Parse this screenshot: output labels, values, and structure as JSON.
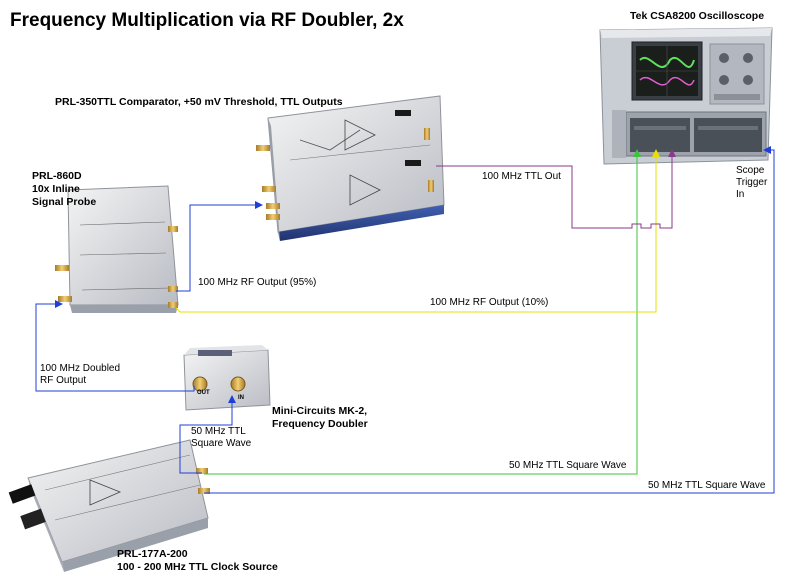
{
  "title": "Frequency Multiplication via RF Doubler, 2x",
  "devices": {
    "scope": {
      "name": "Tek CSA8200 Oscilloscope",
      "trigger_label": [
        "Scope",
        "Trigger",
        "In"
      ]
    },
    "comparator": {
      "name": "PRL-350TTL Comparator, +50 mV Threshold, TTL Outputs"
    },
    "probe": {
      "name_lines": [
        "PRL-860D",
        "10x Inline",
        "Signal Probe"
      ]
    },
    "doubler": {
      "name_lines": [
        "Mini-Circuits MK-2,",
        "Frequency Doubler"
      ],
      "port_out": "OUT",
      "port_in": "IN"
    },
    "clock": {
      "name_lines": [
        "PRL-177A-200",
        "100 - 200 MHz TTL Clock Source"
      ]
    }
  },
  "signals": {
    "ttl_out": "100 MHz TTL Out",
    "rf_95": "100 MHz RF Output (95%)",
    "rf_10": "100 MHz RF Output (10%)",
    "doubled_lines": [
      "100 MHz Doubled",
      "RF Output"
    ],
    "sq_in_lines": [
      "50 MHz TTL",
      "Square Wave"
    ],
    "sq_green": "50 MHz TTL Square Wave",
    "sq_blue": "50 MHz TTL Square Wave"
  },
  "colors": {
    "blue": "#1f3fd6",
    "purple": "#8a3a8a",
    "yellow": "#f2ea00",
    "green": "#3cc43c"
  }
}
